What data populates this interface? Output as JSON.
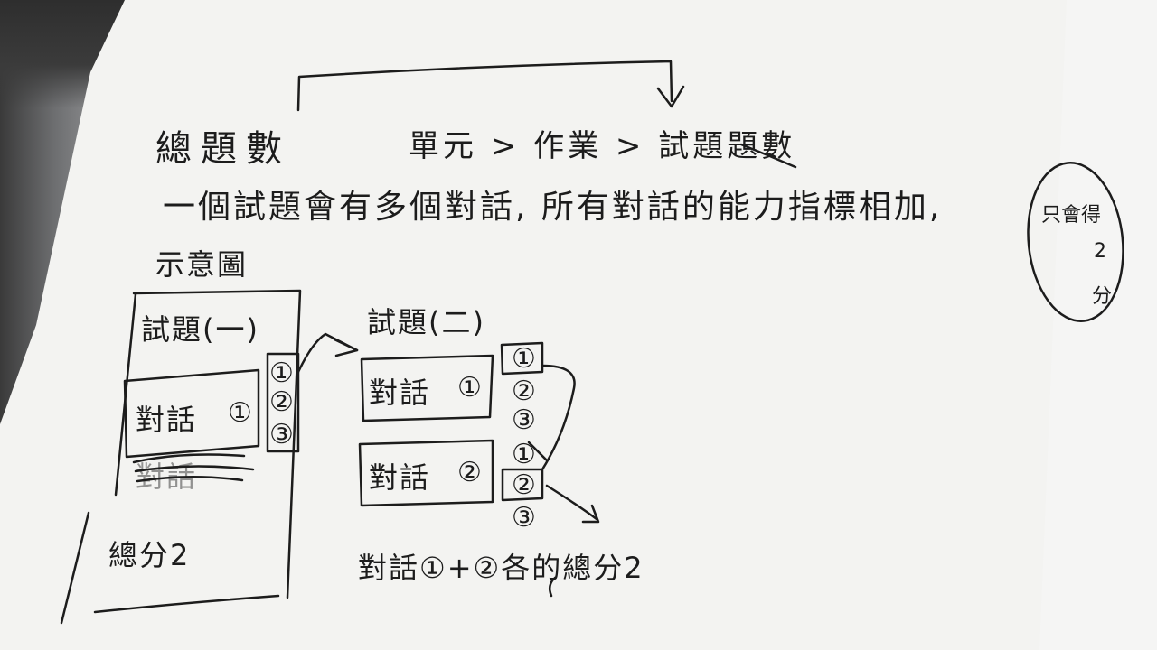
{
  "note": {
    "total_questions": "總題數",
    "path": "單元 > 作業 > 試題題數",
    "sentence": "一個試題會有多個對話, 所有對話的能力指標相加,",
    "side_note": [
      "只會得",
      "2",
      "分"
    ],
    "diagram_title": "示意圖"
  },
  "left_diagram": {
    "question_label": "試題(一)",
    "dialog_label": "對話",
    "dialog_number": "①",
    "options": [
      "①",
      "②",
      "③"
    ],
    "crossed_label": "對話",
    "total_label": "總分2"
  },
  "right_diagram": {
    "question_label": "試題(二)",
    "dialog1_label": "對話",
    "dialog1_number": "①",
    "dialog1_options": [
      "①",
      "②",
      "③"
    ],
    "dialog2_label": "對話",
    "dialog2_number": "②",
    "dialog2_options": [
      "①",
      "②",
      "③"
    ],
    "footer": "對話①+②各的總分2"
  }
}
